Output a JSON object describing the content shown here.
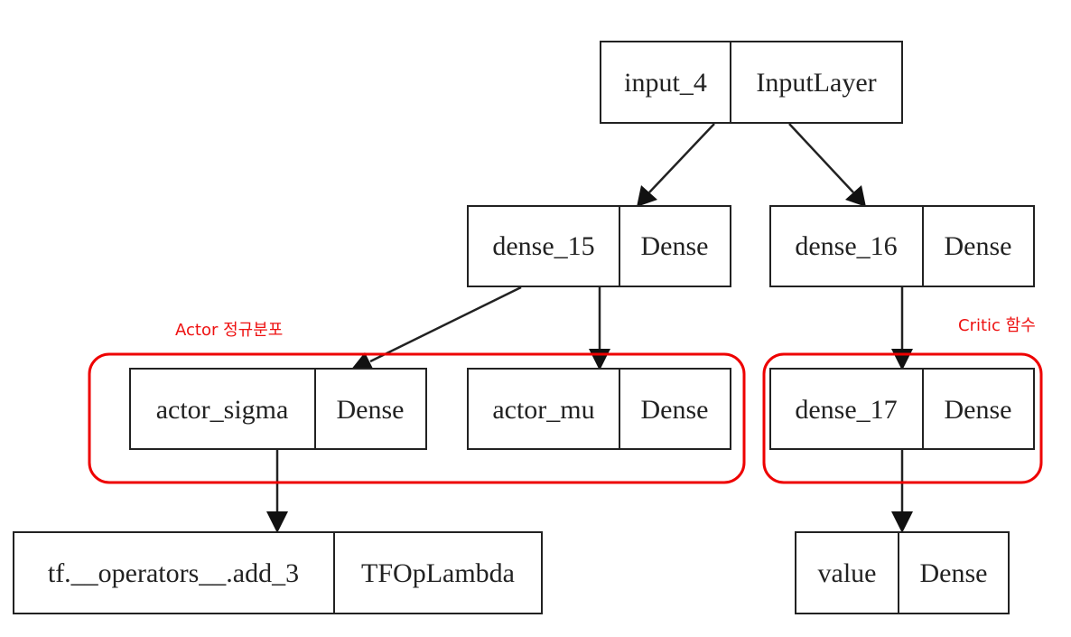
{
  "nodes": [
    {
      "id": "input_4",
      "name": "input_4",
      "type": "InputLayer"
    },
    {
      "id": "dense_15",
      "name": "dense_15",
      "type": "Dense"
    },
    {
      "id": "dense_16",
      "name": "dense_16",
      "type": "Dense"
    },
    {
      "id": "actor_sigma",
      "name": "actor_sigma",
      "type": "Dense"
    },
    {
      "id": "actor_mu",
      "name": "actor_mu",
      "type": "Dense"
    },
    {
      "id": "dense_17",
      "name": "dense_17",
      "type": "Dense"
    },
    {
      "id": "add_3",
      "name": "tf.__operators__.add_3",
      "type": "TFOpLambda"
    },
    {
      "id": "value",
      "name": "value",
      "type": "Dense"
    }
  ],
  "edges": [
    {
      "from": "input_4",
      "to": "dense_15"
    },
    {
      "from": "input_4",
      "to": "dense_16"
    },
    {
      "from": "dense_15",
      "to": "actor_sigma"
    },
    {
      "from": "dense_15",
      "to": "actor_mu"
    },
    {
      "from": "dense_16",
      "to": "dense_17"
    },
    {
      "from": "actor_sigma",
      "to": "add_3"
    },
    {
      "from": "dense_17",
      "to": "value"
    }
  ],
  "annotations": {
    "actor_label": "Actor 정규분포",
    "critic_label": "Critic 함수",
    "highlight_color": "#ee0000"
  }
}
